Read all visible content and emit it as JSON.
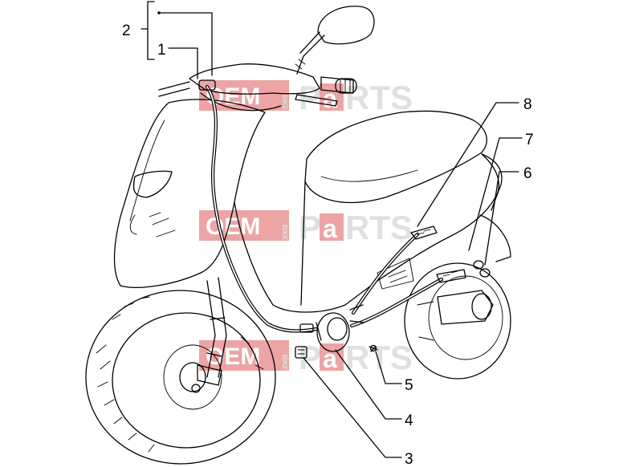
{
  "diagram": {
    "callouts": [
      {
        "id": "1",
        "label": "1"
      },
      {
        "id": "2",
        "label": "2"
      },
      {
        "id": "3",
        "label": "3"
      },
      {
        "id": "4",
        "label": "4"
      },
      {
        "id": "5",
        "label": "5"
      },
      {
        "id": "6",
        "label": "6"
      },
      {
        "id": "7",
        "label": "7"
      },
      {
        "id": "8",
        "label": "8"
      }
    ]
  },
  "watermark": {
    "oem": "OEM",
    "bike": "BIKE",
    "parts": "PARTS",
    "parts_a": "a",
    "red_color": "#e05a5a",
    "gray_color": "#c8c8c8"
  }
}
